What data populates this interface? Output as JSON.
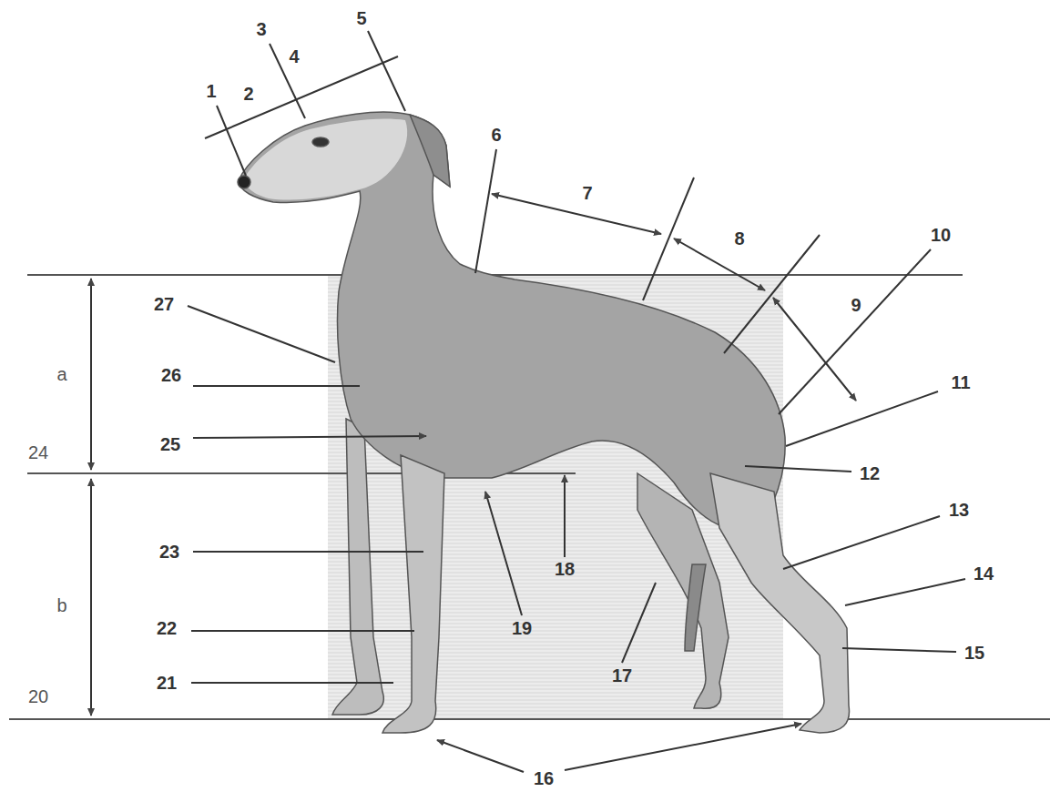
{
  "diagram": {
    "labels": [
      "1",
      "2",
      "3",
      "4",
      "5",
      "6",
      "7",
      "8",
      "9",
      "10",
      "11",
      "12",
      "13",
      "14",
      "15",
      "16",
      "17",
      "18",
      "19",
      "20",
      "21",
      "22",
      "23",
      "24",
      "25",
      "26",
      "27",
      "a",
      "b"
    ]
  }
}
